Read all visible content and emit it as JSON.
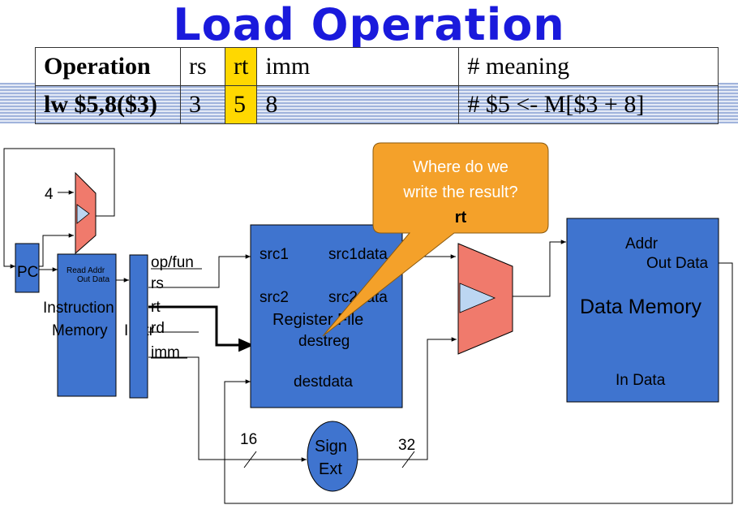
{
  "title": "Load Operation",
  "table": {
    "headers": [
      "Operation",
      "rs",
      "rt",
      "imm",
      "# meaning"
    ],
    "row": [
      "lw $5,8($3)",
      "3",
      "5",
      "8",
      "# $5 <- M[$3 + 8]"
    ]
  },
  "colors": {
    "block": "#3f74cf",
    "adder": "#f07a6c",
    "callout": "#f4a12a",
    "title": "#1a1adc",
    "highlight": "#ffd800"
  },
  "diagram": {
    "constant_four": "4",
    "pc": "PC",
    "imem": {
      "read_addr": "Read Addr",
      "out_data": "Out Data",
      "name_line1": "Instruction",
      "name_line2": "Memory",
      "instr": "Instr"
    },
    "fields": [
      "op/fun",
      "rs",
      "rt",
      "rd",
      "imm"
    ],
    "regfile": {
      "src1": "src1",
      "src1data": "src1data",
      "src2": "src2",
      "src2data": "src2data",
      "name": "Register File",
      "destreg": "destreg",
      "destdata": "destdata"
    },
    "sign_ext": {
      "line1": "Sign",
      "line2": "Ext"
    },
    "bits_in": "16",
    "bits_out": "32",
    "dmem": {
      "addr": "Addr",
      "out_data": "Out Data",
      "name": "Data Memory",
      "in_data": "In Data"
    },
    "callout": {
      "line1": "Where do we",
      "line2": "write the result?",
      "line3": "rt"
    }
  }
}
